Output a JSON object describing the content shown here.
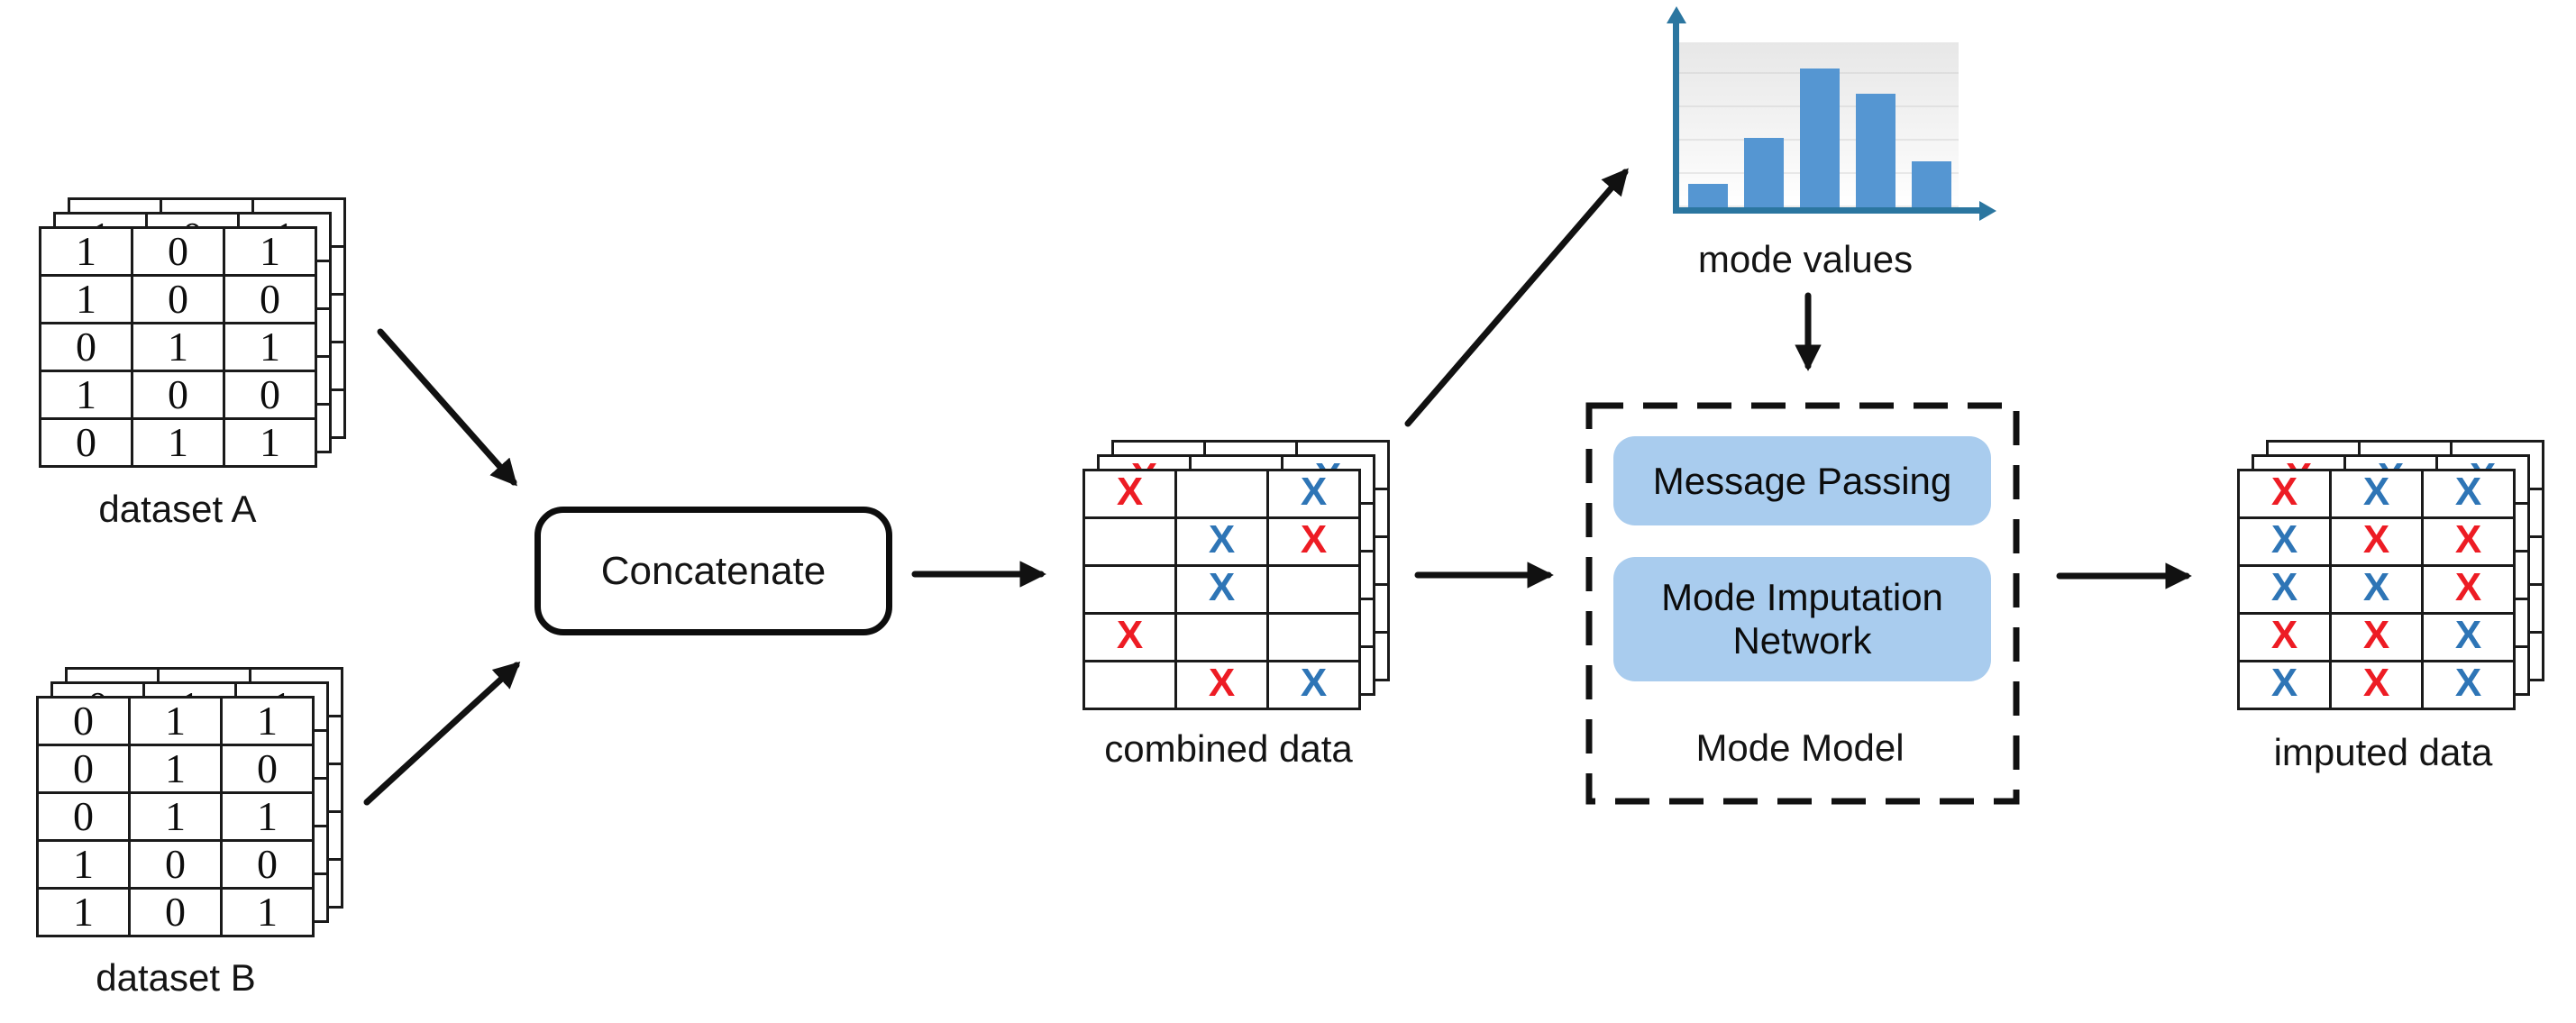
{
  "diagram": {
    "dataset_a": {
      "label": "dataset A",
      "rows": [
        [
          "1",
          "0",
          "1"
        ],
        [
          "1",
          "0",
          "0"
        ],
        [
          "0",
          "1",
          "1"
        ],
        [
          "1",
          "0",
          "0"
        ],
        [
          "0",
          "1",
          "1"
        ]
      ]
    },
    "dataset_b": {
      "label": "dataset B",
      "rows": [
        [
          "0",
          "1",
          "1"
        ],
        [
          "0",
          "1",
          "0"
        ],
        [
          "0",
          "1",
          "1"
        ],
        [
          "1",
          "0",
          "0"
        ],
        [
          "1",
          "0",
          "1"
        ]
      ]
    },
    "concatenate": {
      "label": "Concatenate"
    },
    "combined_data": {
      "label": "combined data",
      "rows": [
        [
          "R",
          "",
          "B"
        ],
        [
          "",
          "B",
          "R"
        ],
        [
          "",
          "B",
          ""
        ],
        [
          "R",
          "",
          ""
        ],
        [
          "",
          "R",
          "B"
        ]
      ]
    },
    "mode_values": {
      "label": "mode values"
    },
    "mode_model": {
      "label": "Mode Model",
      "blocks": [
        "Message Passing",
        "Mode Imputation Network"
      ]
    },
    "imputed_data": {
      "label": "imputed data",
      "rows": [
        [
          "R",
          "B",
          "B"
        ],
        [
          "B",
          "R",
          "R"
        ],
        [
          "B",
          "B",
          "R"
        ],
        [
          "R",
          "R",
          "B"
        ],
        [
          "B",
          "R",
          "B"
        ]
      ]
    },
    "mark_glyph": "X",
    "colors": {
      "red_x": "#ED1C24",
      "blue_x": "#2E75B6",
      "box_blue": "#A9CCEE",
      "bar_blue": "#5596D2",
      "axis_blue": "#2B76A0",
      "arrow_black": "#111111"
    }
  },
  "chart_data": {
    "type": "bar",
    "categories": [
      "",
      "",
      "",
      "",
      ""
    ],
    "values": [
      0.14,
      0.42,
      0.84,
      0.69,
      0.28
    ],
    "title": "mode values",
    "xlabel": "",
    "ylabel": "",
    "ylim": [
      0,
      1
    ],
    "grid": true,
    "legend": false,
    "note": "decorative bar-chart icon; heights are relative frequencies"
  }
}
